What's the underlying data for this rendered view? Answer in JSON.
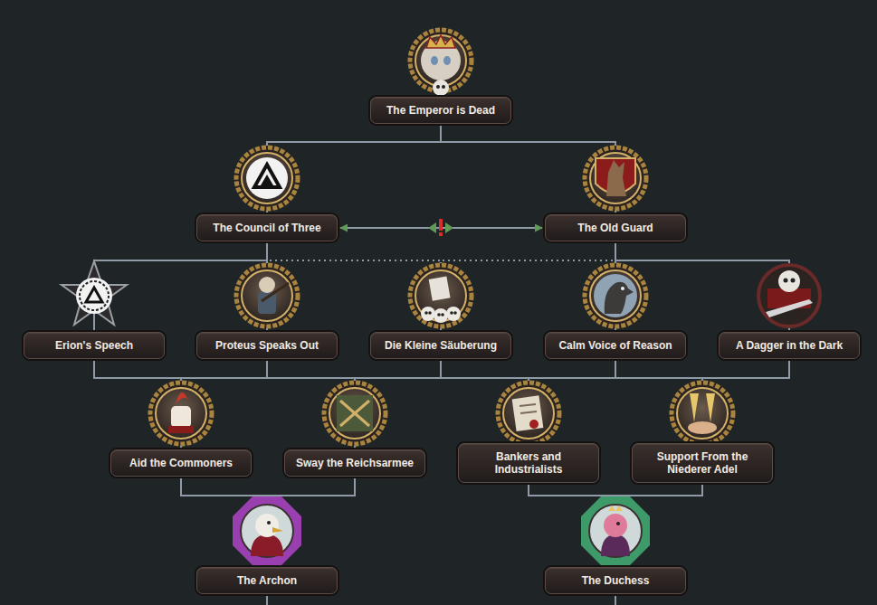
{
  "diagram": {
    "nodes": [
      {
        "text": [
          "The Emperor is Dead"
        ]
      },
      {
        "text": [
          "The Council of Three"
        ]
      },
      {
        "text": [
          "The Old Guard"
        ]
      },
      {
        "text": [
          "Erion's Speech"
        ]
      },
      {
        "text": [
          "Proteus Speaks Out"
        ]
      },
      {
        "text": [
          "Die Kleine Säuberung"
        ]
      },
      {
        "text": [
          "Calm Voice of Reason"
        ]
      },
      {
        "text": [
          "A Dagger in the Dark"
        ]
      },
      {
        "text": [
          "Aid the Commoners"
        ]
      },
      {
        "text": [
          "Sway the Reichsarmee"
        ]
      },
      {
        "text": [
          "Bankers and Industrialists"
        ]
      },
      {
        "text": [
          "Support From the Niederer Adel"
        ]
      },
      {
        "text": [
          "The Archon"
        ]
      },
      {
        "text": [
          "The Duchess"
        ]
      }
    ],
    "edges": [
      {
        "from": 0,
        "to": 1,
        "arrow": "none"
      },
      {
        "from": 0,
        "to": 2,
        "arrow": "none"
      },
      {
        "from": 1,
        "to": 2,
        "arrow": "both"
      },
      {
        "from": 1,
        "to": 3,
        "arrow": "none"
      },
      {
        "from": 1,
        "to": 4,
        "arrow": "none"
      },
      {
        "from": 1,
        "to": 5,
        "arrow": "none"
      },
      {
        "from": 2,
        "to": 5,
        "arrow": "none"
      },
      {
        "from": 2,
        "to": 6,
        "arrow": "none"
      },
      {
        "from": 2,
        "to": 7,
        "arrow": "none"
      },
      {
        "from": 3,
        "to": 8,
        "arrow": "none"
      },
      {
        "from": 4,
        "to": 8,
        "arrow": "none"
      },
      {
        "from": 4,
        "to": 9,
        "arrow": "none"
      },
      {
        "from": 5,
        "to": 9,
        "arrow": "none"
      },
      {
        "from": 5,
        "to": 10,
        "arrow": "none"
      },
      {
        "from": 6,
        "to": 10,
        "arrow": "none"
      },
      {
        "from": 6,
        "to": 11,
        "arrow": "none"
      },
      {
        "from": 7,
        "to": 11,
        "arrow": "none"
      },
      {
        "from": 8,
        "to": 12,
        "arrow": "none"
      },
      {
        "from": 9,
        "to": 12,
        "arrow": "none"
      },
      {
        "from": 10,
        "to": 13,
        "arrow": "none"
      },
      {
        "from": 11,
        "to": 13,
        "arrow": "none"
      }
    ]
  }
}
